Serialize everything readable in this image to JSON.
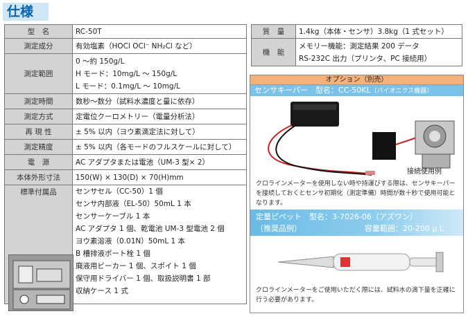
{
  "title": "仕様",
  "left_spec": [
    {
      "label": "型　名",
      "lines": [
        "RC-50T"
      ]
    },
    {
      "label": "測定成分",
      "lines": [
        "有効塩素（HOCl OCl⁻ NH₂Cl など）"
      ]
    },
    {
      "label": "測定範囲",
      "lines": [
        "0 ～約 150g/L",
        "H モード：10mg/L ～ 150g/L",
        "L モード：0.1mg/L ～ 10mg/L"
      ]
    },
    {
      "label": "測定時間",
      "lines": [
        "数秒～数分（試料水濃度と量に依存）"
      ]
    },
    {
      "label": "測定方式",
      "lines": [
        "定電位クーロメトリー（電量分析法）"
      ]
    },
    {
      "label": "再 現 性",
      "lines": [
        "± 5% 以内（ヨウ素滴定法に対して）"
      ]
    },
    {
      "label": "測定精度",
      "lines": [
        "± 5% 以内（各モードのフルスケールに対して）"
      ]
    },
    {
      "label": "電　源",
      "lines": [
        "AC アダプタまたは電池（UM-3 型× 2）"
      ]
    },
    {
      "label": "本体外形寸法",
      "lines": [
        "150(W) × 130(D) × 70(H)mm"
      ]
    },
    {
      "label": "標準付属品",
      "lines": [
        "センサセル（CC-50）1 個",
        "センサ内部液（EL-50）50mL 1 本",
        "センサーケーブル 1 本",
        "AC アダプタ 1 個、乾電池 UM-3 型電池 2 個",
        "ヨウ素溶液（0.01N）50mL 1 本",
        "B 槽排液ポート栓 1 個",
        "廃液用ビーカー 1 個、スポイト 1 個",
        "保守用ドライバー 1 個、取扱説明書 1 部",
        "収納ケース 1 式"
      ]
    }
  ],
  "right_spec": [
    {
      "label": "質　量",
      "lines": [
        "1.4kg（本体・センサ）3.8kg（1 式セット）"
      ]
    },
    {
      "label": "機　能",
      "lines": [
        "メモリー機能：測定結果 200 データ",
        "RS-232C 出力（プリンタ、PC 接続用）"
      ]
    }
  ],
  "options": {
    "header": "オプション（別売）",
    "sensor_keeper": {
      "title": "センサキーパー　型名：CC-50KL",
      "subtitle": "（バイオニクス機器）",
      "photo_caption": "接続使用例",
      "note": "クロラインメーターを使用しない時や持運びする際は、センサキーパーを接続しておくとセンサ初期化（測定準備）時間が数十秒で使用可能となります。"
    },
    "pipette": {
      "title": "定量ピペット　型名：3-7026-06（アズワン）",
      "recommended": "（推奨品例）",
      "capacity": "容量範囲：20-200 μ L",
      "note": "クロラインメーターをご使用いただく際には、試料水の滴下量を正確に行う必要があります。"
    }
  },
  "colors": {
    "title_bg": "#cfe6f5",
    "title_fg": "#0b63b0",
    "label_bg": "#d3d3d3",
    "option_header": "#f4b27a",
    "option_sub": "#7bc1e8"
  }
}
